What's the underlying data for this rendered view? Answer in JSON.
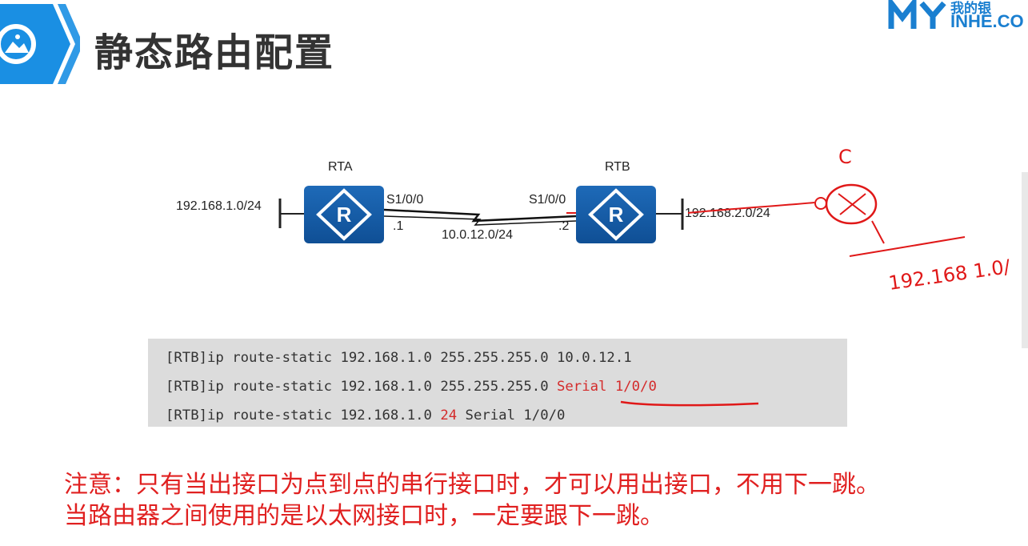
{
  "title": "静态路由配置",
  "logo": {
    "top_text": "我的银",
    "bottom_text": "INHE.CO"
  },
  "topology": {
    "rta": {
      "name": "RTA",
      "icon_letter": "R",
      "left_network": "192.168.1.0/24",
      "interface": "S1/0/0",
      "ip_suffix": ".1"
    },
    "rtb": {
      "name": "RTB",
      "icon_letter": "R",
      "right_network": "192.168.2.0/24",
      "interface": "S1/0/0",
      "ip_suffix": ".2"
    },
    "link_network": "10.0.12.0/24"
  },
  "code": {
    "line1": "[RTB]ip route-static 192.168.1.0 255.255.255.0 10.0.12.1",
    "line2_prefix": "[RTB]ip route-static 192.168.1.0 255.255.255.0 ",
    "line2_highlight": "Serial 1/0/0",
    "line3_prefix": "[RTB]ip route-static 192.168.1.0 ",
    "line3_highlight": "24",
    "line3_suffix": " Serial 1/0/0"
  },
  "note": {
    "line1": "注意：只有当出接口为点到点的串行接口时，才可以用出接口，不用下一跳。",
    "line2": "当路由器之间使用的是以太网接口时，一定要跟下一跳。"
  },
  "handwriting": {
    "letter": "C",
    "route_text": "192.168 1.0/"
  },
  "colors": {
    "accent_blue": "#1a8fe3",
    "router_blue": "#1560ad",
    "note_red": "#e02020",
    "pen_red": "#e01818",
    "code_bg": "#dcdcdc"
  }
}
